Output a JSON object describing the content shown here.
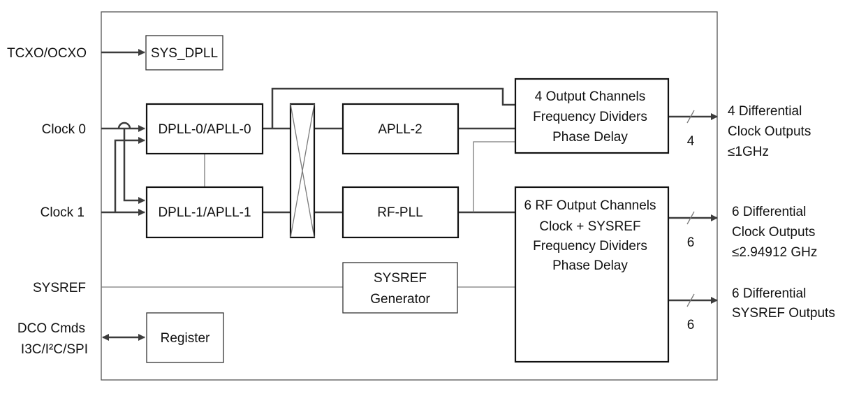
{
  "inputs": {
    "tcxo": "TCXO/OCXO",
    "clock0": "Clock 0",
    "clock1": "Clock 1",
    "sysref": "SYSREF",
    "dco_line1": "DCO Cmds",
    "dco_line2": "I3C/I²C/SPI"
  },
  "blocks": {
    "sys_dpll": "SYS_DPLL",
    "dpll0": "DPLL-0/APLL-0",
    "dpll1": "DPLL-1/APLL-1",
    "apll2": "APLL-2",
    "rfpll": "RF-PLL",
    "sysref_gen_line1": "SYSREF",
    "sysref_gen_line2": "Generator",
    "register": "Register",
    "out4_line1": "4 Output Channels",
    "out4_line2": "Frequency Dividers",
    "out4_line3": "Phase Delay",
    "out6_line1": "6 RF Output Channels",
    "out6_line2": "Clock + SYSREF",
    "out6_line3": "Frequency Dividers",
    "out6_line4": "Phase Delay"
  },
  "outputs": {
    "out1_count": "4",
    "out1_line1": "4 Differential",
    "out1_line2": "Clock Outputs",
    "out1_line3": "≤1GHz",
    "out2_count": "6",
    "out2_line1": "6 Differential",
    "out2_line2": "Clock Outputs",
    "out2_line3": "≤2.94912 GHz",
    "out3_count": "6",
    "out3_line1": "6 Differential",
    "out3_line2": "SYSREF Outputs"
  }
}
